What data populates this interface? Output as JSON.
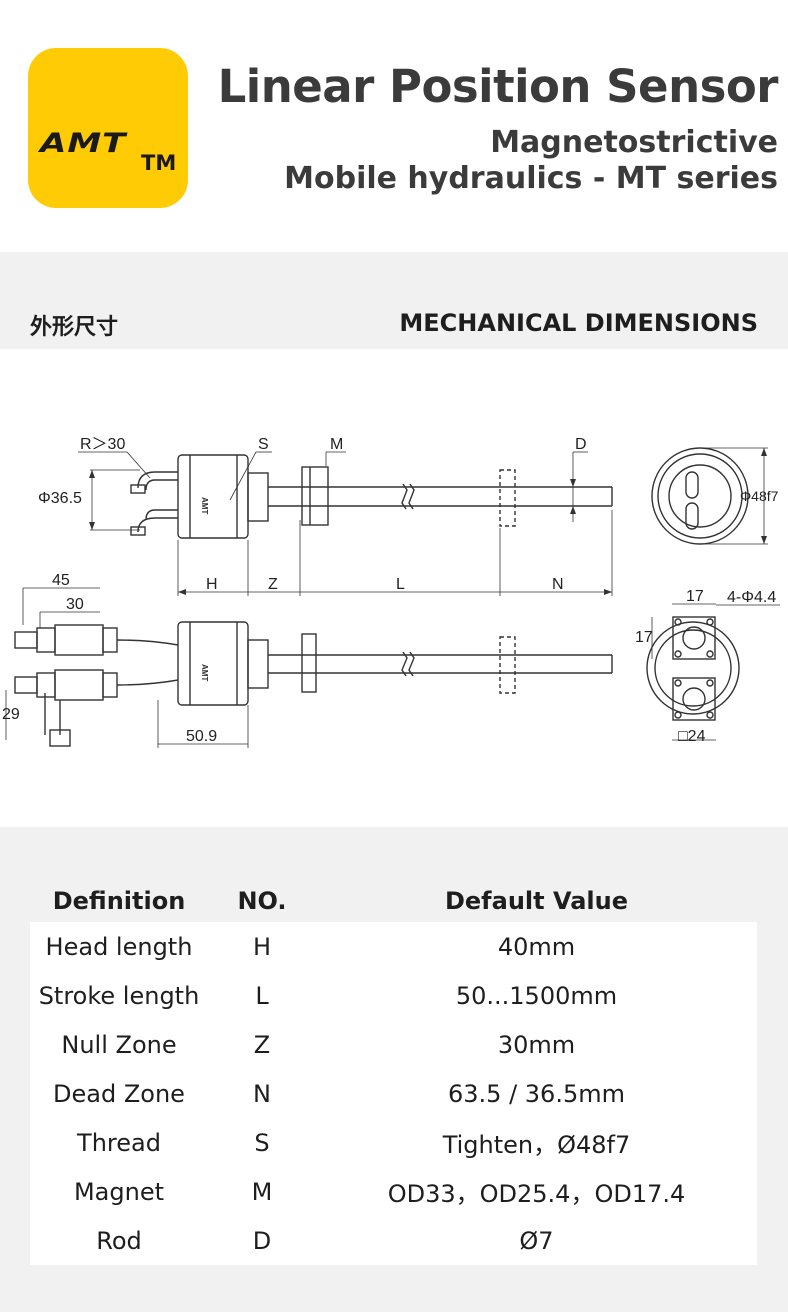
{
  "logo": {
    "text": "AMT",
    "tm": "TM",
    "color": "#ffcb05"
  },
  "header": {
    "title": "Linear Position Sensor",
    "subtitle1": "Magnetostrictive",
    "subtitle2": "Mobile hydraulics - MT series"
  },
  "section": {
    "title_cn": "外形尺寸",
    "title_en": "MECHANICAL DIMENSIONS"
  },
  "drawing": {
    "labels": {
      "r": "R＞30",
      "s": "S",
      "m": "M",
      "d": "D",
      "dia_head": "Φ36.5",
      "dia_flange": "Φ48f7",
      "h": "H",
      "z": "Z",
      "l": "L",
      "n": "N",
      "d45": "45",
      "d30": "30",
      "d29": "29",
      "d509": "50.9",
      "d17a": "17",
      "d17b": "17",
      "holes": "4-Φ4.4",
      "sq24": "□24"
    }
  },
  "table": {
    "headers": {
      "definition": "Definition",
      "no": "NO.",
      "value": "Default Value"
    },
    "rows": [
      {
        "definition": "Head length",
        "no": "H",
        "value": "40mm"
      },
      {
        "definition": "Stroke length",
        "no": "L",
        "value": "50...1500mm"
      },
      {
        "definition": "Null Zone",
        "no": "Z",
        "value": "30mm"
      },
      {
        "definition": "Dead Zone",
        "no": "N",
        "value": "63.5 / 36.5mm"
      },
      {
        "definition": "Thread",
        "no": "S",
        "value": "Tighten，Ø48f7"
      },
      {
        "definition": "Magnet",
        "no": "M",
        "value": "OD33，OD25.4，OD17.4"
      },
      {
        "definition": "Rod",
        "no": "D",
        "value": "Ø7"
      }
    ]
  }
}
